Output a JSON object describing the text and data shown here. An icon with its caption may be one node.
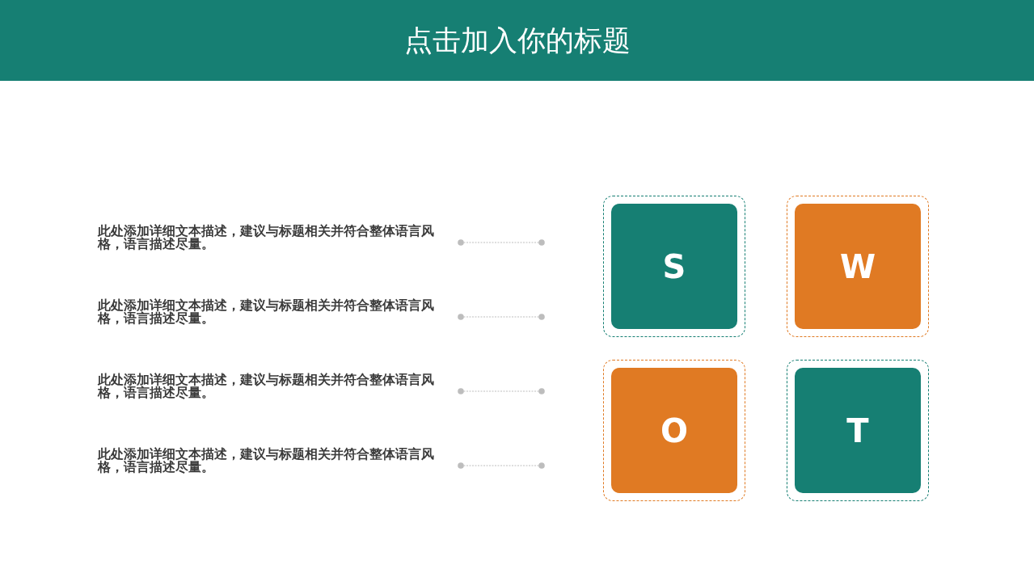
{
  "diagram": {
    "title": "点击加入你的标题",
    "nodes": [
      {
        "text": [],
        "shape": "box"
      },
      {
        "text": [
          "S"
        ],
        "in": 0
      },
      {
        "text": [],
        "shape": "box"
      },
      {
        "text": [
          "W"
        ],
        "in": 2
      },
      {
        "text": [],
        "shape": "box"
      },
      {
        "text": [
          "O"
        ],
        "in": 4
      },
      {
        "text": [],
        "shape": "box"
      },
      {
        "text": [
          "T"
        ],
        "in": 6
      }
    ],
    "edges": [],
    "labels": [
      "此处添加详细文本描述，建议与标题相关并符合整体语言风格，语言描述尽量。",
      "此处添加详细文本描述，建议与标题相关并符合整体语言风格，语言描述尽量。",
      "此处添加详细文本描述，建议与标题相关并符合整体语言风格，语言描述尽量。",
      "此处添加详细文本描述，建议与标题相关并符合整体语言风格，语言描述尽量。"
    ]
  }
}
